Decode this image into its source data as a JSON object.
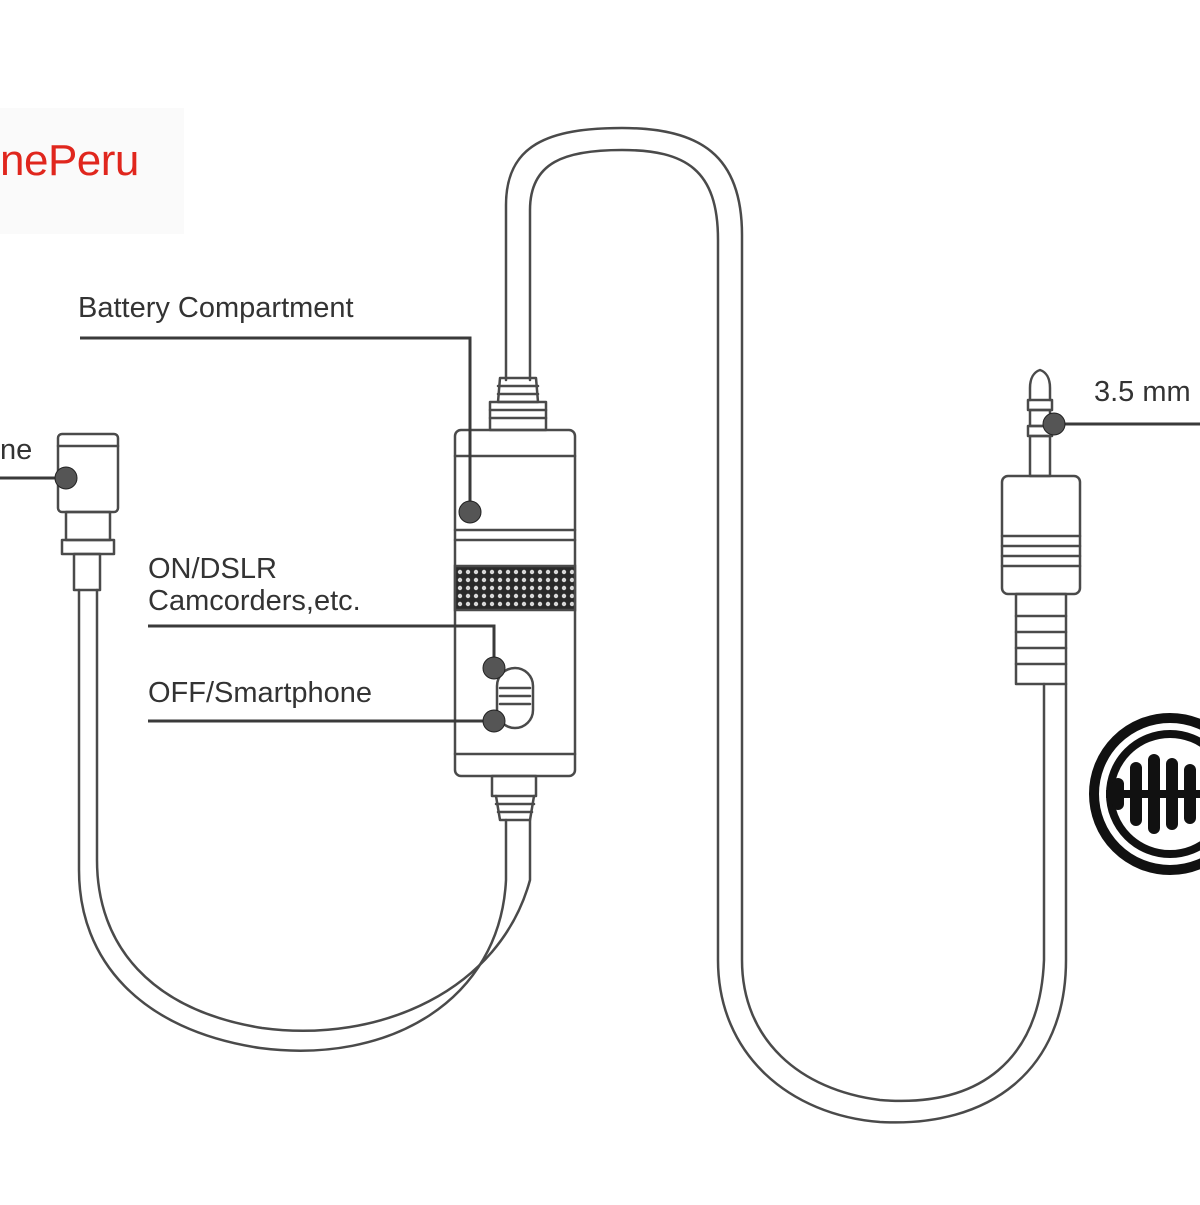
{
  "watermark": {
    "text": "nePeru",
    "color": "#e0261d"
  },
  "labels": {
    "battery": "Battery Compartment",
    "on_line1": "ON/DSLR",
    "on_line2": "Camcorders,etc.",
    "off": "OFF/Smartphone",
    "jack": "3.5 mm",
    "mic": "ne"
  },
  "colors": {
    "line": "#3a3a3a",
    "cable": "#4a4a4a",
    "dot": "#555555",
    "background": "#ffffff"
  },
  "icons": [
    "lavalier-mic-icon",
    "battery-module-icon",
    "on-off-switch-icon",
    "jack-plug-icon",
    "mic-grille-logo-icon"
  ]
}
